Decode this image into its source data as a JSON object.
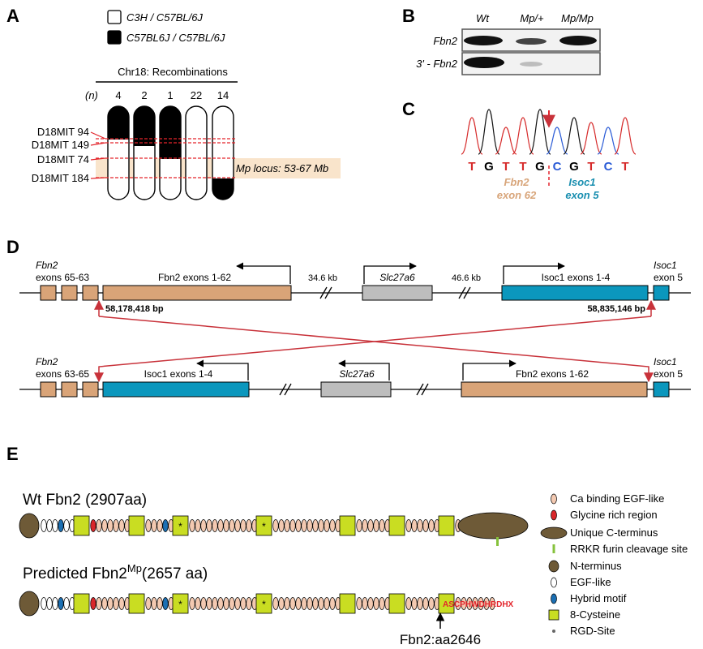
{
  "panel_labels": {
    "a": "A",
    "b": "B",
    "c": "C",
    "d": "D",
    "e": "E"
  },
  "panel_a": {
    "legend": [
      {
        "label": "C3H / C57BL/6J",
        "fill": "#ffffff"
      },
      {
        "label": "C57BL6J / C57BL/6J",
        "fill": "#000000"
      }
    ],
    "heading": "Chr18: Recombinations",
    "n_label": "(n)",
    "columns": [
      {
        "n": "4"
      },
      {
        "n": "2"
      },
      {
        "n": "1"
      },
      {
        "n": "22"
      },
      {
        "n": "14"
      }
    ],
    "markers": [
      "D18MIT 94",
      "D18MIT 149",
      "D18MIT 74",
      "D18MIT 184"
    ],
    "locus_label": "Mp locus: 53-67 Mb",
    "locus_color": "#f9e4cb",
    "marker_color": "#e3242b"
  },
  "panel_b": {
    "columns": [
      "Wt",
      "Mp/+",
      "Mp/Mp"
    ],
    "rows": [
      "Fbn2",
      "3' - Fbn2"
    ]
  },
  "panel_c": {
    "bases": [
      {
        "b": "T",
        "color": "#d62a2a"
      },
      {
        "b": "G",
        "color": "#000000"
      },
      {
        "b": "T",
        "color": "#d62a2a"
      },
      {
        "b": "T",
        "color": "#d62a2a"
      },
      {
        "b": "G",
        "color": "#000000"
      },
      {
        "b": "C",
        "color": "#2a5bd6"
      },
      {
        "b": "G",
        "color": "#000000"
      },
      {
        "b": "T",
        "color": "#d62a2a"
      },
      {
        "b": "C",
        "color": "#2a5bd6"
      },
      {
        "b": "T",
        "color": "#d62a2a"
      }
    ],
    "left_label": [
      "Fbn2",
      "exon 62"
    ],
    "right_label": [
      "Isoc1",
      "exon 5"
    ],
    "left_color": "#d8a57a",
    "right_color": "#1a8fb0"
  },
  "panel_d": {
    "colors": {
      "fbn2": "#d9a478",
      "isoc1": "#0b97bd",
      "slc": "#bdbdbd",
      "arrow": "#c8323a"
    },
    "top": {
      "fbn2_exons_title": "Fbn2",
      "fbn2_exons_label": "exons 65-63",
      "fbn2_main": "Fbn2 exons 1-62",
      "gap1": "34.6 kb",
      "slc": "Slc27a6",
      "gap2": "46.6 kb",
      "isoc1_main": "Isoc1 exons 1-4",
      "isoc1_exon_title": "Isoc1",
      "isoc1_exon_label": "exon 5",
      "bp_left": "58,178,418 bp",
      "bp_right": "58,835,146 bp"
    },
    "bottom": {
      "fbn2_exons_title": "Fbn2",
      "fbn2_exons_label": "exons 63-65",
      "isoc1_main": "Isoc1 exons 1-4",
      "slc": "Slc27a6",
      "fbn2_main": "Fbn2 exons 1-62",
      "isoc1_exon_title": "Isoc1",
      "isoc1_exon_label": "exon 5"
    }
  },
  "panel_e": {
    "wt_label": "Wt Fbn2 (2907aa)",
    "mp_label_pre": "Predicted Fbn2",
    "mp_label_sup": "Mp",
    "mp_label_post": "(2657 aa)",
    "mp_tail": "ASCPHWDHRDHX",
    "mp_tail_color": "#e3242b",
    "arrow_label": "Fbn2:aa2646",
    "legend": [
      {
        "label": "Ca binding EGF-like",
        "kind": "ca-egf"
      },
      {
        "label": "Glycine rich region",
        "kind": "glycine"
      },
      {
        "label": "Unique C-terminus",
        "kind": "cterm"
      },
      {
        "label": "RRKR furin cleavage site",
        "kind": "furin"
      },
      {
        "label": "N-terminus",
        "kind": "nterm"
      },
      {
        "label": "EGF-like",
        "kind": "egf"
      },
      {
        "label": "Hybrid motif",
        "kind": "hybrid"
      },
      {
        "label": "8-Cysteine",
        "kind": "cys8"
      },
      {
        "label": "RGD-Site",
        "kind": "rgd"
      }
    ],
    "colors": {
      "ca-egf": "#f3c9b1",
      "glycine": "#d9262a",
      "cterm": "#6e5a37",
      "furin": "#86c23c",
      "nterm": "#6e5a37",
      "egf": "#ffffff",
      "hybrid": "#1b6fb3",
      "cys8": "#c9dd22",
      "rgd": "#666666"
    }
  }
}
